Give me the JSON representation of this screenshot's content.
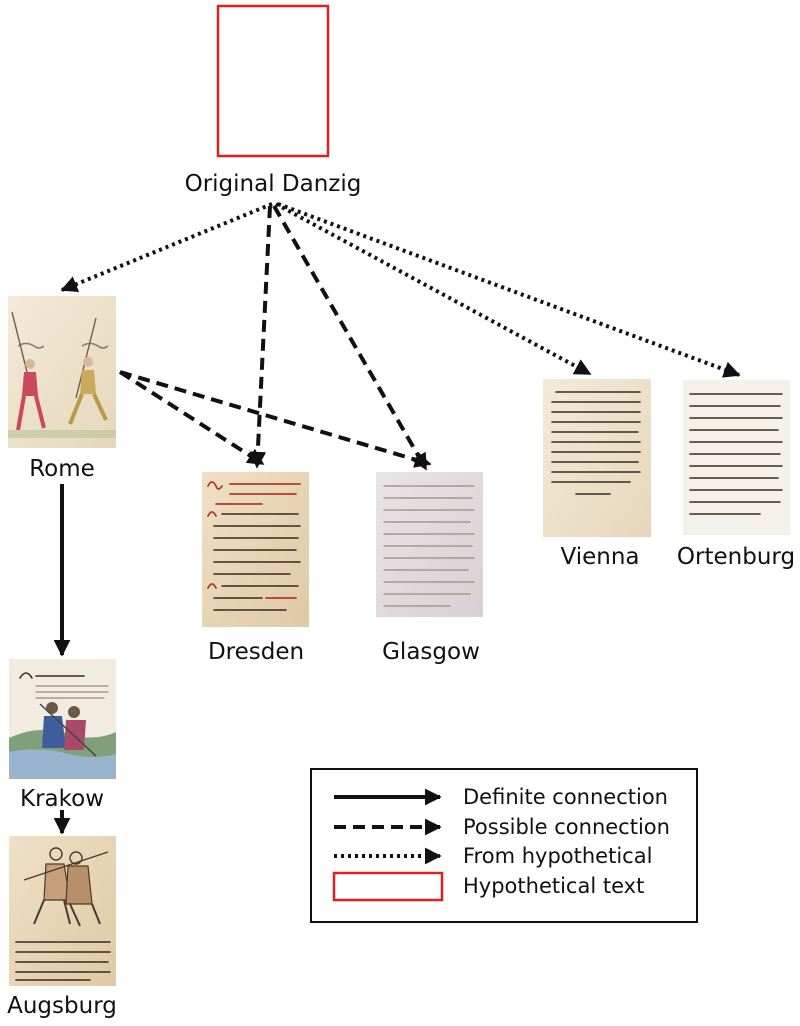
{
  "nodes": {
    "original_danzig": {
      "label": "Original Danzig"
    },
    "rome": {
      "label": "Rome"
    },
    "dresden": {
      "label": "Dresden"
    },
    "glasgow": {
      "label": "Glasgow"
    },
    "vienna": {
      "label": "Vienna"
    },
    "ortenburg": {
      "label": "Ortenburg"
    },
    "krakow": {
      "label": "Krakow"
    },
    "augsburg": {
      "label": "Augsburg"
    }
  },
  "edges": [
    {
      "from": "Original Danzig",
      "to": "Rome",
      "style": "dotted"
    },
    {
      "from": "Original Danzig",
      "to": "Dresden",
      "style": "dashed"
    },
    {
      "from": "Original Danzig",
      "to": "Glasgow",
      "style": "dashed"
    },
    {
      "from": "Original Danzig",
      "to": "Vienna",
      "style": "dotted"
    },
    {
      "from": "Original Danzig",
      "to": "Ortenburg",
      "style": "dotted"
    },
    {
      "from": "Rome",
      "to": "Dresden",
      "style": "dashed"
    },
    {
      "from": "Rome",
      "to": "Glasgow",
      "style": "dashed"
    },
    {
      "from": "Rome",
      "to": "Krakow",
      "style": "solid"
    },
    {
      "from": "Krakow",
      "to": "Augsburg",
      "style": "solid"
    }
  ],
  "legend": {
    "definite": "Definite connection",
    "possible": "Possible connection",
    "hypothetical_from": "From hypothetical",
    "hypothetical_text": "Hypothetical text"
  },
  "colors": {
    "hypothetical_box": "#e02020",
    "ink": "#111111",
    "parchment": "#efe4cf"
  }
}
